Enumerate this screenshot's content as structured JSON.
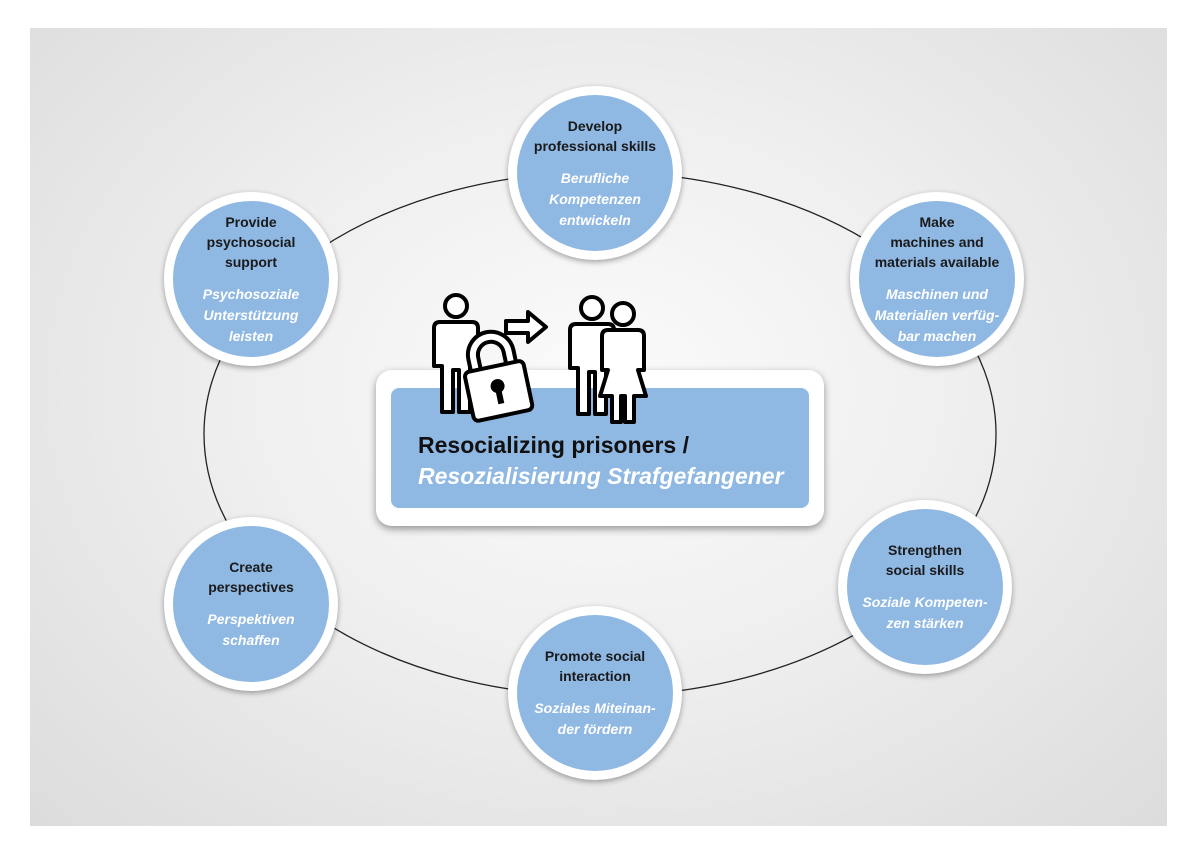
{
  "center": {
    "title_en": "Resocializing prisoners /",
    "title_de": "Resozialisierung Strafgefangener"
  },
  "nodes": {
    "top": {
      "en": "Develop\nprofessional skills",
      "de": "Berufliche\nKompetenzen\nentwickeln"
    },
    "tl": {
      "en": "Provide\npsychosocial\nsupport",
      "de": "Psychosoziale\nUnterstützung\nleisten"
    },
    "tr": {
      "en": "Make\nmachines and\nmaterials available",
      "de": "Maschinen und\nMaterialien verfüg-\nbar machen"
    },
    "bl": {
      "en": "Create\nperspectives",
      "de": "Perspektiven\nschaffen"
    },
    "br": {
      "en": "Strengthen\nsocial skills",
      "de": "Soziale Kompeten-\nzen stärken"
    },
    "bottom": {
      "en": "Promote social\ninteraction",
      "de": "Soziales Miteinan-\nder fördern"
    }
  },
  "colors": {
    "node_fill": "#8fb8e3",
    "node_border": "#ffffff",
    "ring_line": "#222222"
  },
  "icons": [
    "person-icon",
    "lock-icon",
    "arrow-right-icon",
    "man-icon",
    "woman-icon"
  ]
}
